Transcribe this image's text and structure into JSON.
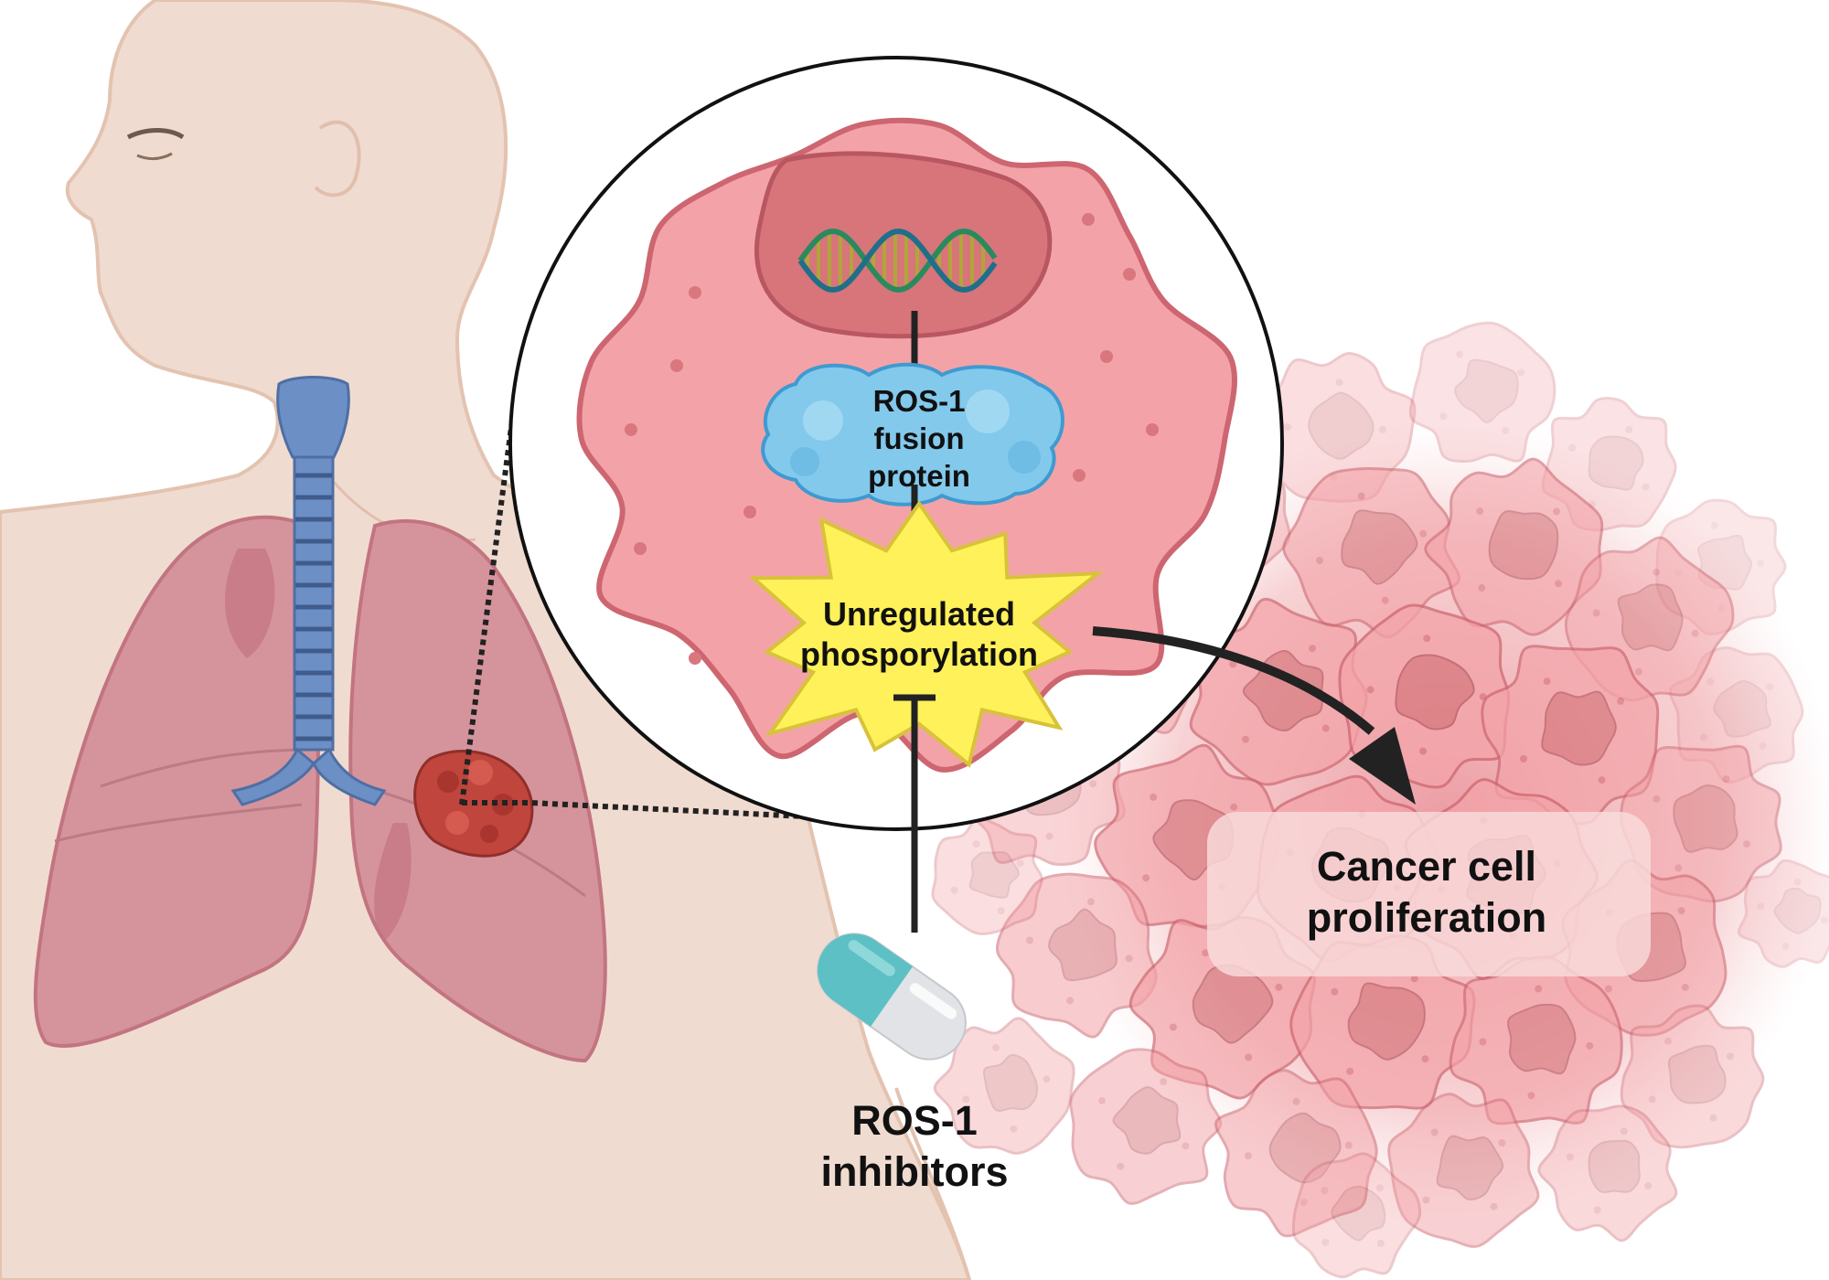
{
  "labels": {
    "fusion_protein": [
      "ROS-1",
      "fusion",
      "protein"
    ],
    "phosphorylation": [
      "Unregulated",
      "phosporylation"
    ],
    "proliferation": [
      "Cancer cell",
      "proliferation"
    ],
    "inhibitors": [
      "ROS-1",
      "inhibitors"
    ]
  },
  "colors": {
    "skin": "#f0dbd0",
    "skin_outline": "#e3c3b0",
    "lung": "#d5949c",
    "lung_dark": "#c27480",
    "trachea": "#6c8fc6",
    "tumor": "#c0453c",
    "cell": "#f3a3a8",
    "cell_outline": "#cd6670",
    "nucleus": "#d7757a",
    "protein": "#82c9ec",
    "burst": "#fff15a",
    "burst_outline": "#d8c23a",
    "capsule_teal": "#5cc0c4",
    "capsule_white": "#e1e3e6",
    "arrow": "#222222"
  },
  "icons": [
    "human-body-icon",
    "lungs-icon",
    "trachea-icon",
    "tumor-icon",
    "cancer-cell-icon",
    "dna-icon",
    "protein-icon",
    "burst-icon",
    "capsule-icon",
    "cell-cluster-icon"
  ]
}
